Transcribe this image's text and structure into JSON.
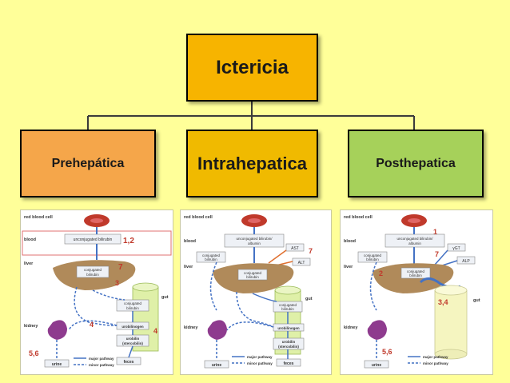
{
  "root": "Ictericia",
  "branches": [
    "Prehepática",
    "Intrahepatica",
    "Posthepatica"
  ],
  "panel1": {
    "red_blood_cell": "red blood cell",
    "blood": "blood",
    "liver": "liver",
    "gut": "gut",
    "kidney": "kidney",
    "unconj": "unconjugated bilirubin",
    "conj1": "conjugated",
    "conj2": "bilirubin",
    "urobilinogen": "urobilinogen",
    "urobilin1": "urobilin",
    "urobilin2": "(stercobilin)",
    "feces": "feces",
    "urine": "urine",
    "major": "major pathway",
    "minor": "minor pathway",
    "n12": "1,2",
    "n7": "7",
    "n3": "3",
    "n4a": "4",
    "n4b": "4",
    "n56": "5,6"
  },
  "panel2": {
    "red_blood_cell": "red blood cell",
    "blood": "blood",
    "liver": "liver",
    "gut": "gut",
    "kidney": "kidney",
    "unconj1": "unconjugated bilirubin/",
    "unconj2": "albumin",
    "ast": "AST",
    "alt": "ALT",
    "conj_a1": "conjugated",
    "conj_a2": "bilirubin",
    "conj_b1": "conjugated",
    "conj_b2": "bilirubin",
    "conj_c1": "conjugated",
    "conj_c2": "bilirubin",
    "urobilinogen": "urobilinogen",
    "urobilin1": "urobilin",
    "urobilin2": "(stercobilin)",
    "feces": "feces",
    "urine": "urine",
    "major": "major pathway",
    "minor": "minor pathway",
    "n7": "7"
  },
  "panel3": {
    "red_blood_cell": "red blood cell",
    "blood": "blood",
    "liver": "liver",
    "gut": "gut",
    "kidney": "kidney",
    "unconj1": "unconjugated bilirubin/",
    "unconj2": "albumin",
    "ggt": "γGT",
    "alp": "ALP",
    "conj_a1": "conjugated",
    "conj_a2": "bilirubin",
    "conj_b1": "conjugated",
    "conj_b2": "bilirubin",
    "urine": "urine",
    "major": "major pathway",
    "minor": "minor pathway",
    "n1": "1",
    "n7": "7",
    "n2": "2",
    "n34": "3,4",
    "n56": "5,6"
  }
}
